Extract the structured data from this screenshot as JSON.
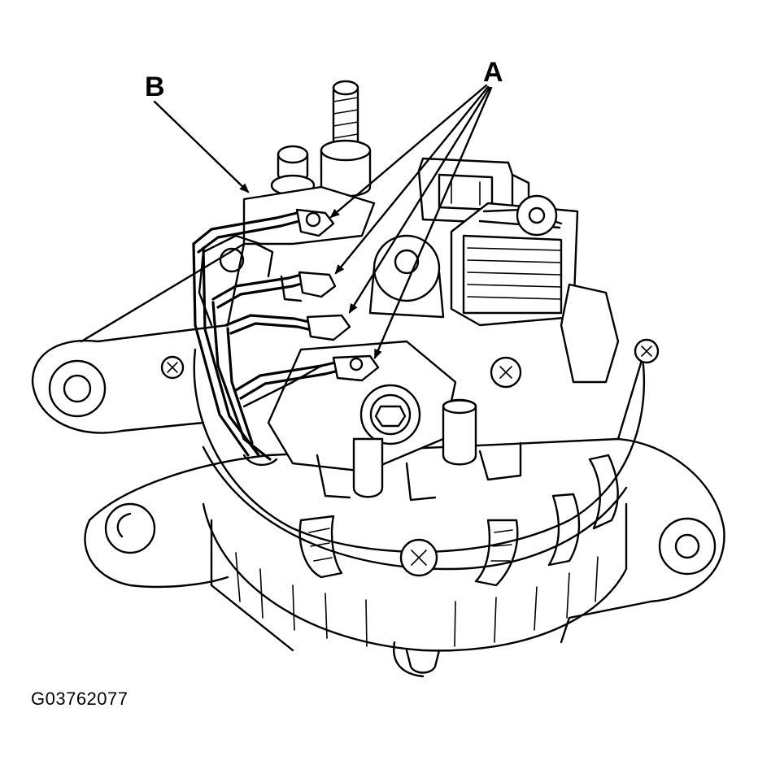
{
  "callouts": {
    "a_label": "A",
    "b_label": "B"
  },
  "figure_id": "G03762077"
}
